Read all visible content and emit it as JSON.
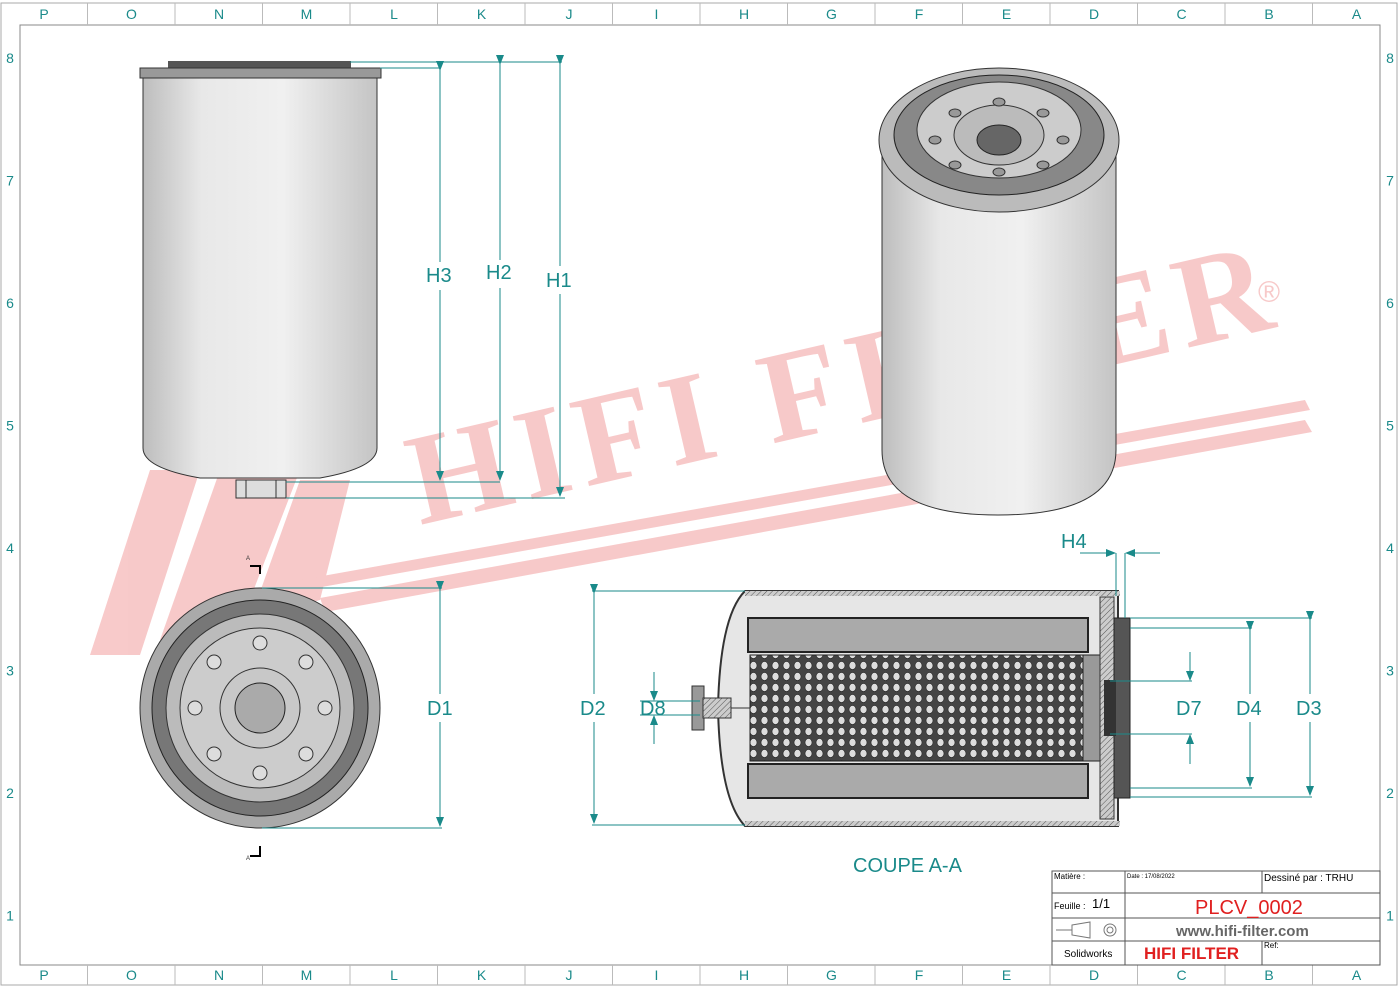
{
  "frame": {
    "columns": [
      "P",
      "O",
      "N",
      "M",
      "L",
      "K",
      "J",
      "I",
      "H",
      "G",
      "F",
      "E",
      "D",
      "C",
      "B",
      "A"
    ],
    "rows": [
      "8",
      "7",
      "6",
      "5",
      "4",
      "3",
      "2",
      "1"
    ]
  },
  "watermark": {
    "text": "HIFI FILTER",
    "registered": "®",
    "color": "#f4b8b8"
  },
  "dimensions": {
    "h1": "H1",
    "h2": "H2",
    "h3": "H3",
    "h4": "H4",
    "d1": "D1",
    "d2": "D2",
    "d3": "D3",
    "d4": "D4",
    "d7": "D7",
    "d8": "D8"
  },
  "section_title": "COUPE A-A",
  "section_marker": "A",
  "title_block": {
    "material_label": "Matière :",
    "date": "Date : 17/08/2022",
    "drawn_by": "Dessiné par : TRHU",
    "sheet_label": "Feuille :",
    "sheet_value": "1/1",
    "part_number": "PLCV_0002",
    "website": "www.hifi-filter.com",
    "software": "Solidworks",
    "brand": "HIFI FILTER",
    "ref_label": "Ref:"
  },
  "colors": {
    "dimension": "#1a8a8a",
    "part_number": "#e02020",
    "brand": "#e02020"
  }
}
